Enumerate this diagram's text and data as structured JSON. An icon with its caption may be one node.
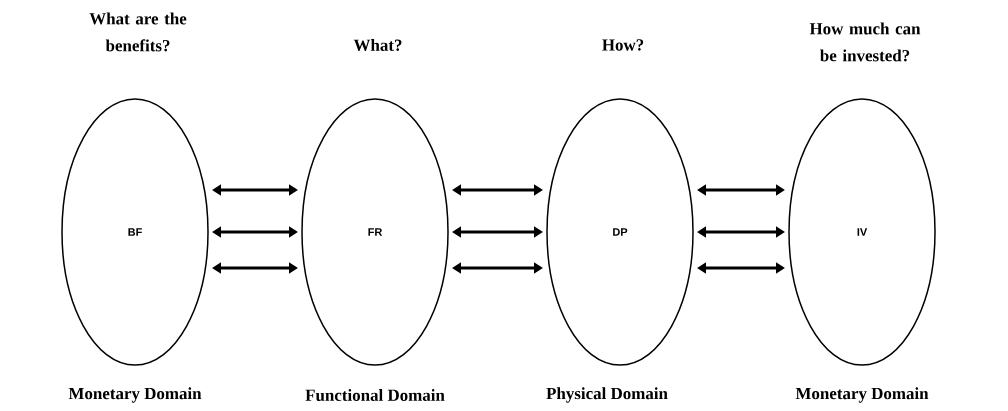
{
  "diagram": {
    "nodes": [
      {
        "text": [
          "What are the benefits?",
          "BF"
        ],
        "beside": [
          "Monetary Domain"
        ]
      },
      {
        "text": [
          "What?",
          "FR"
        ],
        "beside": [
          "Functional Domain"
        ]
      },
      {
        "text": [
          "How?",
          "DP"
        ],
        "beside": [
          "Physical Domain"
        ]
      },
      {
        "text": [
          "How much can be invested?",
          "IV"
        ],
        "beside": [
          "Monetary Domain"
        ]
      }
    ],
    "edges": [
      {
        "from": 0,
        "to": 1,
        "arrow": "both"
      },
      {
        "from": 0,
        "to": 1,
        "arrow": "both"
      },
      {
        "from": 0,
        "to": 1,
        "arrow": "both"
      },
      {
        "from": 1,
        "to": 2,
        "arrow": "both"
      },
      {
        "from": 1,
        "to": 2,
        "arrow": "both"
      },
      {
        "from": 1,
        "to": 2,
        "arrow": "both"
      },
      {
        "from": 2,
        "to": 3,
        "arrow": "both"
      },
      {
        "from": 2,
        "to": 3,
        "arrow": "both"
      },
      {
        "from": 2,
        "to": 3,
        "arrow": "both"
      }
    ]
  }
}
